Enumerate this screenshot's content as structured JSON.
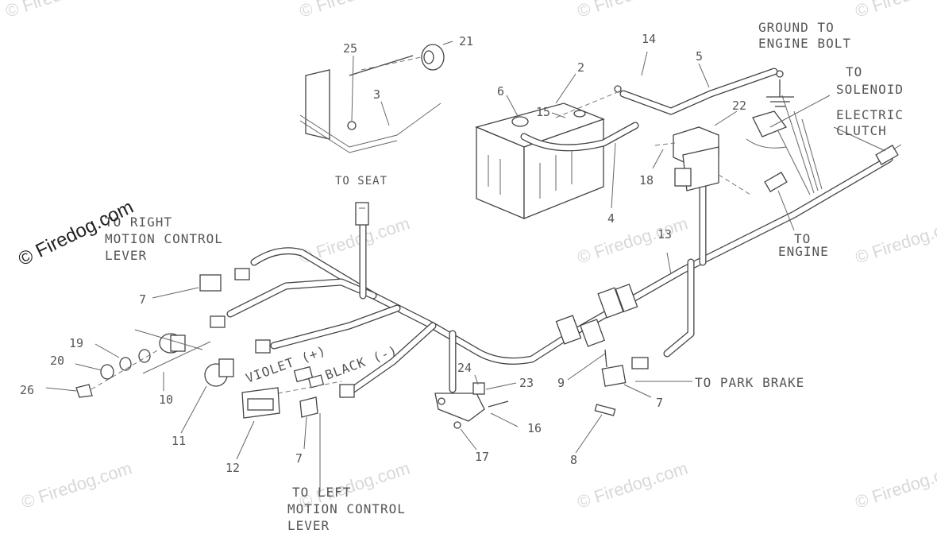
{
  "watermarks": {
    "main": "© Firedog.com",
    "faint": "© Firedog.com"
  },
  "labels": {
    "ground": [
      "GROUND TO",
      "ENGINE BOLT"
    ],
    "solenoid": [
      "TO",
      "SOLENOID"
    ],
    "clutch": [
      "ELECTRIC",
      "CLUTCH"
    ],
    "seat": "TO SEAT",
    "right_lever": [
      "TO RIGHT",
      "MOTION CONTROL",
      "LEVER"
    ],
    "engine": [
      "TO",
      "ENGINE"
    ],
    "violet": "VIOLET (+)",
    "black": "BLACK (-)",
    "park_brake": "TO PARK BRAKE",
    "left_lever": [
      "TO LEFT",
      "MOTION CONTROL",
      "LEVER"
    ]
  },
  "callouts": {
    "c2": "2",
    "c3": "3",
    "c4": "4",
    "c5": "5",
    "c6": "6",
    "c7a": "7",
    "c7b": "7",
    "c7c": "7",
    "c8": "8",
    "c9": "9",
    "c10": "10",
    "c11": "11",
    "c12": "12",
    "c13": "13",
    "c14": "14",
    "c15": "15",
    "c16": "16",
    "c17": "17",
    "c18": "18",
    "c19": "19",
    "c20": "20",
    "c21": "21",
    "c22": "22",
    "c23": "23",
    "c24": "24",
    "c25": "25",
    "c26": "26"
  }
}
